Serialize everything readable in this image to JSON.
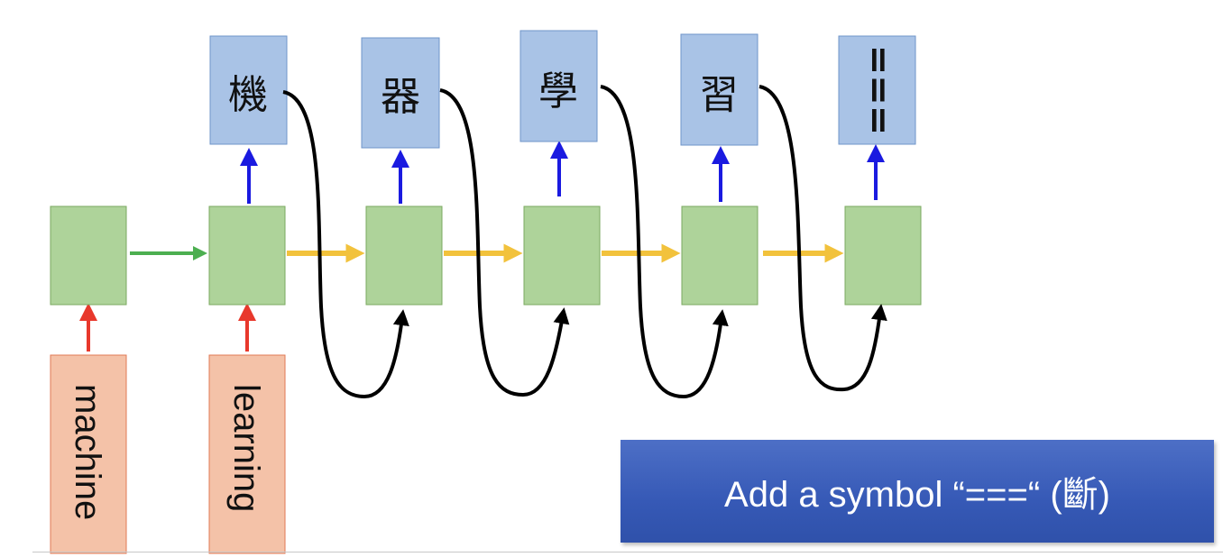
{
  "diagram": {
    "inputs": [
      "machine",
      "learning"
    ],
    "outputs": [
      "機",
      "器",
      "學",
      "習",
      "==="
    ],
    "colors": {
      "input_box_fill": "#f4c2a8",
      "input_box_stroke": "#e07a55",
      "cell_fill": "#aed39a",
      "cell_stroke": "#7ba960",
      "output_box_fill": "#a9c3e6",
      "output_box_stroke": "#6f95c9",
      "input_arrow": "#e8382c",
      "output_arrow": "#1a1ae0",
      "encoder_arrow": "#4caf50",
      "decoder_arrow": "#f2c23c",
      "feedback_arrow": "#000000"
    }
  },
  "banner": {
    "text": "Add a symbol “===“ (斷)",
    "color": "#3a5cb8"
  }
}
